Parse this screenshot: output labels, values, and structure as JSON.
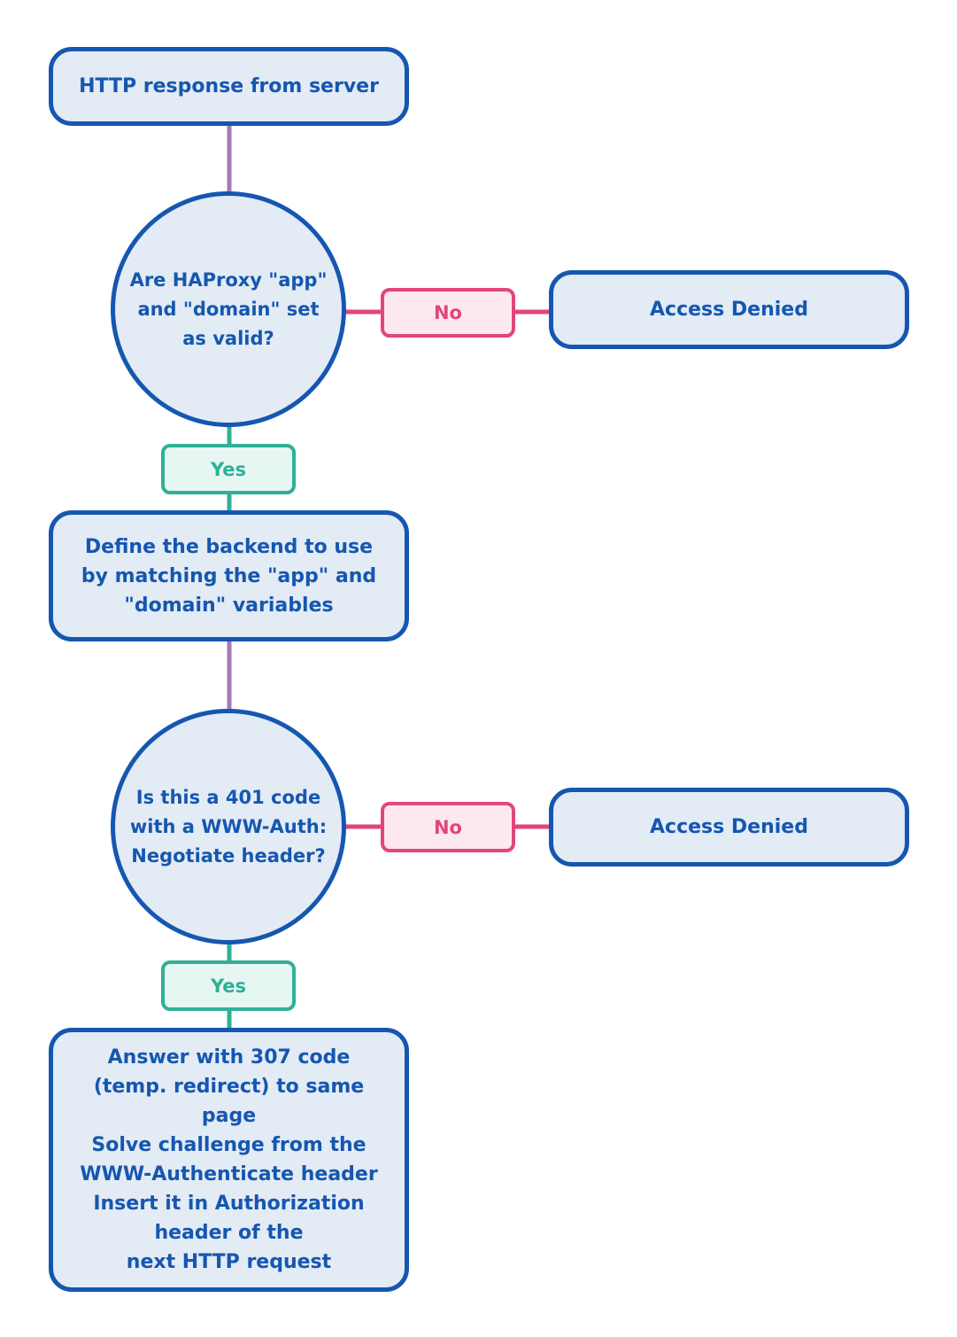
{
  "nodes": {
    "start": "HTTP response from server",
    "decision1": "Are HAProxy \"app\"\nand \"domain\" set\nas valid?",
    "denied1": "Access Denied",
    "define_backend": "Define the backend to use\nby matching the \"app\" and\n\"domain\" variables",
    "decision2": "Is this a 401 code\nwith a WWW-Auth:\nNegotiate header?",
    "denied2": "Access Denied",
    "answer": "Answer with 307 code\n(temp. redirect) to same\npage\nSolve challenge from the\nWWW-Authenticate header\nInsert it in Authorization\nheader of the\nnext HTTP request"
  },
  "edge_labels": {
    "no1": "No",
    "yes1": "Yes",
    "no2": "No",
    "yes2": "Yes"
  },
  "colors": {
    "node_fill": "#e3ebf5",
    "node_border": "#1557b0",
    "no_color": "#e2467b",
    "yes_color": "#2fb097",
    "flow_connector": "#a87ab5"
  }
}
